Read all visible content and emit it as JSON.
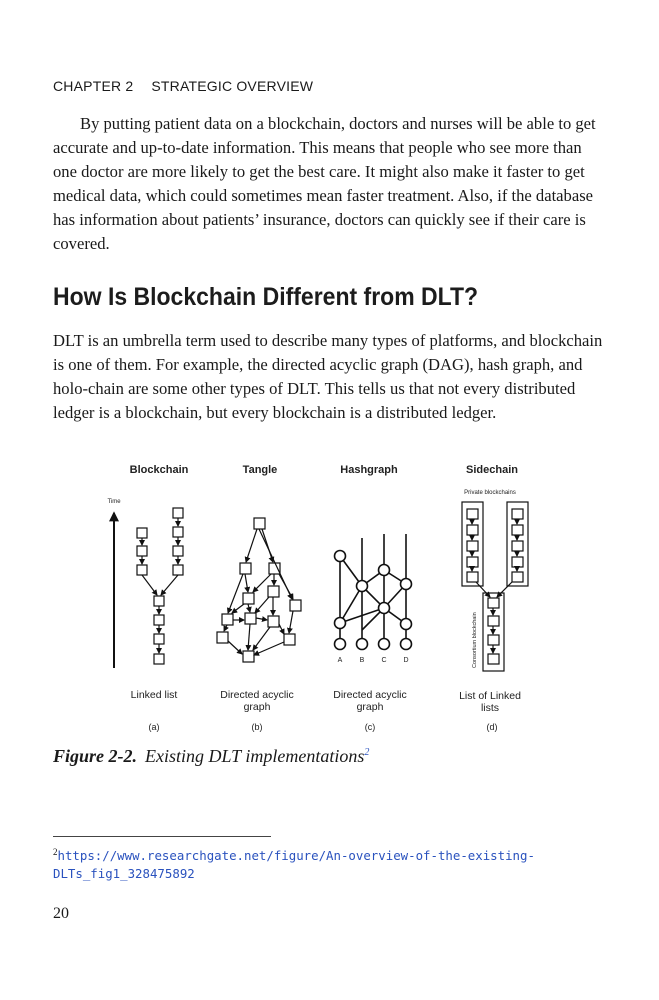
{
  "running_head": {
    "chapter": "CHAPTER 2",
    "title": "STRATEGIC OVERVIEW"
  },
  "paragraph_1": "By putting patient data on a blockchain, doctors and nurses will be able to get accurate and up-to-date information. This means that people who see more than one doctor are more likely to get the best care. It might also make it faster to get medical data, which could sometimes mean faster treatment. Also, if the database has information about patients’ insurance, doctors can quickly see if their care is covered.",
  "section_heading": "How Is Blockchain Different from DLT?",
  "paragraph_2": "DLT is an umbrella term used to describe many types of platforms, and blockchain is one of them. For example, the directed acyclic graph (DAG), hash graph, and holo-chain are some other types of DLT. This tells us that not every distributed ledger is a blockchain, but every blockchain is a distributed ledger.",
  "figure": {
    "panels": [
      {
        "title": "Blockchain",
        "caption": "Linked list",
        "caption_line2": "",
        "letter": "(a)"
      },
      {
        "title": "Tangle",
        "caption": "Directed acyclic",
        "caption_line2": "graph",
        "letter": "(b)"
      },
      {
        "title": "Hashgraph",
        "caption": "Directed acyclic",
        "caption_line2": "graph",
        "letter": "(c)"
      },
      {
        "title": "Sidechain",
        "caption": "List of Linked",
        "caption_line2": "lists",
        "letter": "(d)"
      }
    ],
    "time_label": "Time",
    "hashgraph_nodes": [
      "A",
      "B",
      "C",
      "D"
    ],
    "private_label": "Private blockchains",
    "consortium_label": "Consortium blockchain"
  },
  "caption": {
    "number": "Figure 2-2.",
    "text": "Existing DLT implementations",
    "ref": "2"
  },
  "footnote": {
    "ref": "2",
    "text": "https://www.researchgate.net/figure/An-overview-of-the-existing-DLTs_fig1_328475892"
  },
  "page_number": "20"
}
